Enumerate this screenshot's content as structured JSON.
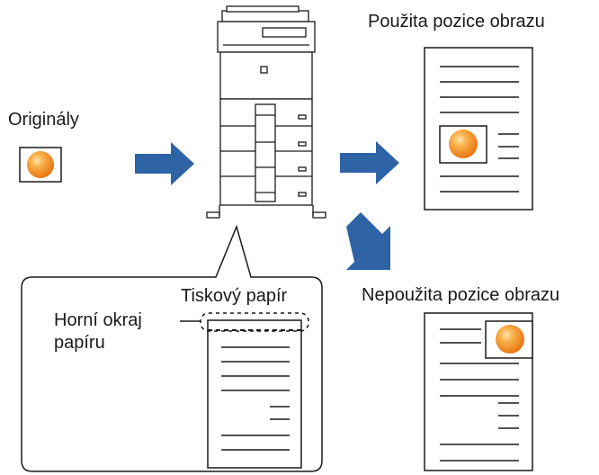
{
  "labels": {
    "originals": "Originály",
    "used_position": "Použita pozice obrazu",
    "unused_position": "Nepoužita pozice obrazu",
    "print_paper": "Tiskový papír",
    "top_edge_line1": "Horní okraj",
    "top_edge_line2": "papíru"
  },
  "colors": {
    "arrow": "#2e63a6",
    "circle_light": "#fbbf6a",
    "circle_dark": "#ee7d11",
    "line": "#1a1a1a"
  },
  "icons": [
    "multifunction-printer-icon",
    "arrow-right-icon",
    "arrow-down-right-icon",
    "image-circle-icon"
  ]
}
